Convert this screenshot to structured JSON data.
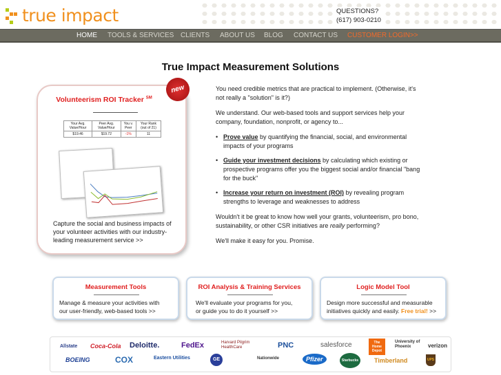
{
  "header": {
    "logo_text": "true impact",
    "questions_label": "QUESTIONS?",
    "phone": "(617) 903-0210"
  },
  "nav": {
    "items": [
      "HOME",
      "TOOLS & SERVICES",
      "CLIENTS",
      "ABOUT US",
      "BLOG",
      "CONTACT US",
      "CUSTOMER LOGIN>>"
    ]
  },
  "page_title": "True Impact Measurement Solutions",
  "promo": {
    "title": "Volunteerism ROI Tracker",
    "title_sup": "SM",
    "badge": "new",
    "stats_headers": [
      "Your Avg. Value/Hour",
      "Peer Avg. Value/Hour",
      "You v. Peer",
      "Your Rank (out of 21)"
    ],
    "stats_values": [
      "$19.46",
      "$19.72",
      "-1%",
      "11"
    ],
    "text": "Capture the social and business impacts of your volunteer activities with our industry-leading measurement service >>"
  },
  "intro": {
    "p1": "You need credible metrics that are practical to implement. (Otherwise, it's not really a \"solution\" is it?)",
    "p2": "We understand.  Our  web-based tools and support services help your company, foundation, nonprofit, or agency to...",
    "bullets": [
      {
        "link": "Prove value",
        "text": " by quantifying the financial, social, and environmental impacts of your programs"
      },
      {
        "link": "Guide your investment decisions",
        "text": " by calculating which existing or prospective programs offer you the biggest social and/or financial \"bang for the buck\""
      },
      {
        "link": "Increase your return on investment (ROI)",
        "text": " by revealing program strengths to leverage and weaknesses to address"
      }
    ],
    "p3a": "Wouldn't it be great to know how well your grants, volunteerism, pro bono, sustainability, or other CSR initiatives are ",
    "p3em": "really",
    "p3b": " performing?",
    "p4": "We'll make it easy for you.  Promise."
  },
  "services": [
    {
      "title": "Measurement Tools",
      "line1": "Manage & measure your activities with",
      "line2": "our user-friendly, web-based tools  >>"
    },
    {
      "title": "ROI Analysis & Training Services",
      "line1": "We'll evaluate your programs for you,",
      "line2": "or guide you to do it yourself >>"
    },
    {
      "title": "Logic Model Tool",
      "line1": "Design more successful and measurable",
      "line2": "initiatives quickly and easily.",
      "free": "Free trial!",
      "arrow": ">>"
    }
  ],
  "clients": [
    "Allstate",
    "Coca-Cola",
    "Deloitte.",
    "FedEx",
    "Harvard Pilgrim HealthCare",
    "PNC",
    "salesforce",
    "The Home Depot",
    "University of Phoenix",
    "verizon",
    "BOEING",
    "COX",
    "Eastern Utilities",
    "GE",
    "Nationwide",
    "Pfizer",
    "Starbucks",
    "Timberland",
    "UPS"
  ],
  "colors": {
    "nav_bg": "#6c6b60",
    "accent_orange": "#f0901e",
    "accent_red": "#e02020",
    "login": "#f26a2a"
  }
}
